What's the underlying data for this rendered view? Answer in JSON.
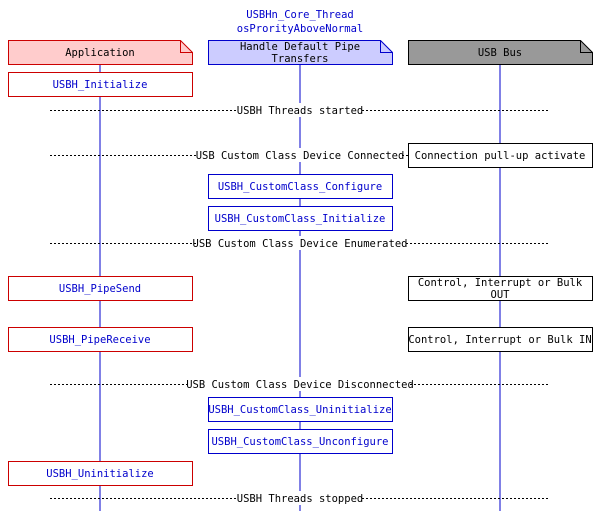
{
  "thread_header": {
    "name": "USBHn_Core_Thread",
    "priority": "osProrityAboveNormal"
  },
  "lanes": {
    "application": "Application",
    "pipe": [
      "Handle Default Pipe",
      "Transfers"
    ],
    "usb_bus": "USB Bus"
  },
  "calls": {
    "initialize": "USBH_Initialize",
    "configure": "USBH_CustomClass_Configure",
    "class_initialize": "USBH_CustomClass_Initialize",
    "pipe_send": "USBH_PipeSend",
    "pipe_receive": "USBH_PipeReceive",
    "class_uninitialize": "USBH_CustomClass_Uninitialize",
    "unconfigure": "USBH_CustomClass_Unconfigure",
    "uninitialize": "USBH_Uninitialize"
  },
  "events": {
    "threads_started": "USBH Threads started",
    "connected": "USB Custom Class Device Connected",
    "enumerated": "USB Custom Class Device Enumerated",
    "disconnected": "USB Custom Class Device Disconnected",
    "threads_stopped": "USBH Threads stopped"
  },
  "bus_notes": {
    "pullup": "Connection pull-up activate",
    "send_out": [
      "Control, Interrupt or Bulk",
      "OUT"
    ],
    "receive_in": "Control, Interrupt or Bulk IN"
  },
  "colors": {
    "app_fill": "#ffcccc",
    "app_border": "#cc0000",
    "pipe_fill": "#ccccff",
    "pipe_border": "#0000cc",
    "bus_fill": "#999999",
    "bus_border": "#000000",
    "text_blue": "#0000cc"
  }
}
